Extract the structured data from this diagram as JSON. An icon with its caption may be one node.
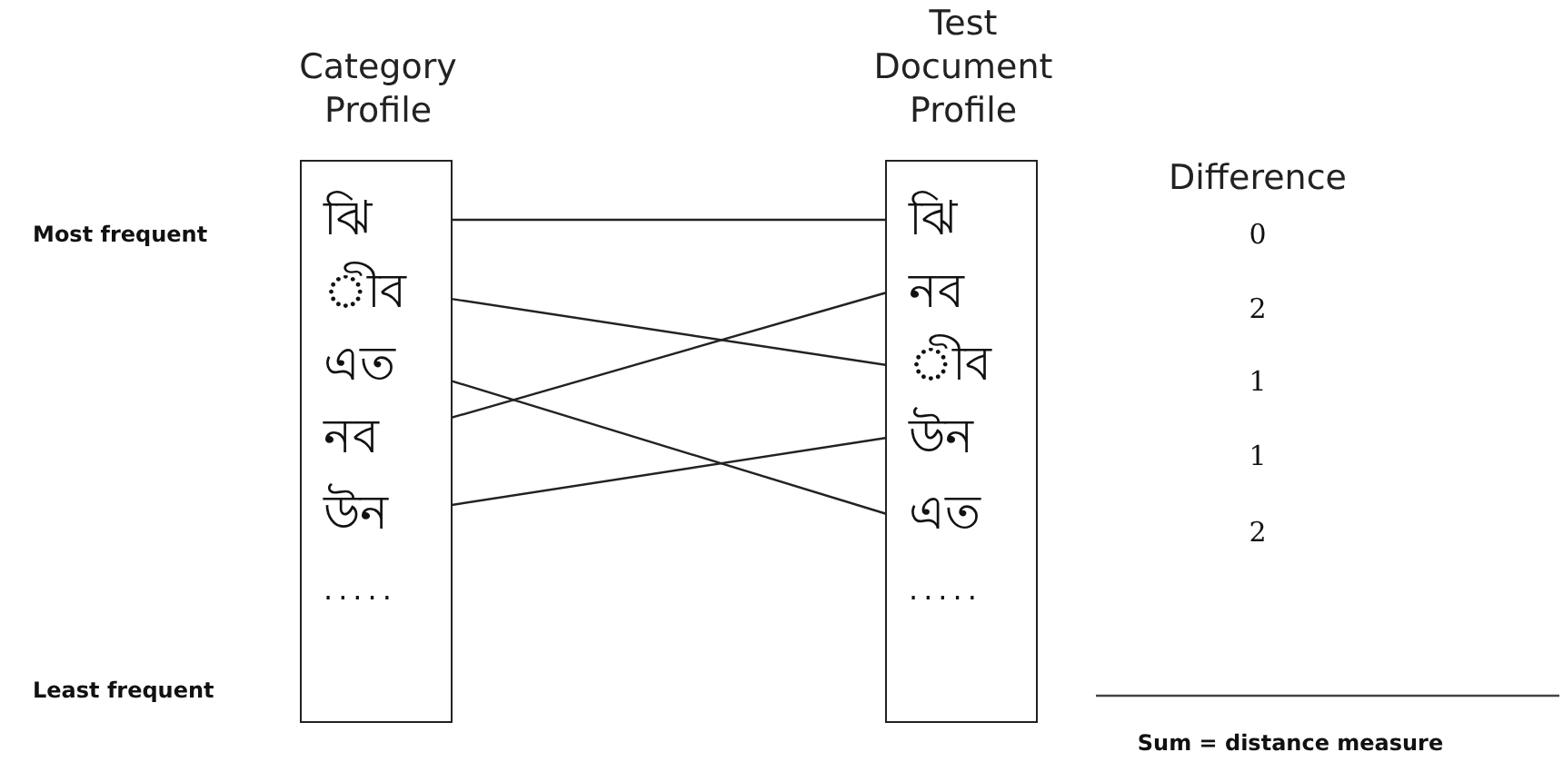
{
  "diagram": {
    "nodes": [
      {
        "text": [
          "Category Profile"
        ]
      },
      {
        "text": [
          "ঝি"
        ],
        "in": 0
      },
      {
        "text": [
          "◌ীব"
        ],
        "in": 0
      },
      {
        "text": [
          "এত"
        ],
        "in": 0
      },
      {
        "text": [
          "নব"
        ],
        "in": 0
      },
      {
        "text": [
          "উন"
        ],
        "in": 0
      },
      {
        "text": [
          "....."
        ],
        "in": 0
      },
      {
        "text": [
          "Test Document Profile"
        ]
      },
      {
        "text": [
          "ঝি"
        ],
        "in": 7
      },
      {
        "text": [
          "নব"
        ],
        "in": 7
      },
      {
        "text": [
          "◌ীব"
        ],
        "in": 7
      },
      {
        "text": [
          "উন"
        ],
        "in": 7
      },
      {
        "text": [
          "এত"
        ],
        "in": 7
      },
      {
        "text": [
          "....."
        ],
        "in": 7
      }
    ],
    "edges": [
      {
        "from": 1,
        "to": 8,
        "arrow": "none"
      },
      {
        "from": 2,
        "to": 10,
        "arrow": "none"
      },
      {
        "from": 3,
        "to": 12,
        "arrow": "none"
      },
      {
        "from": 4,
        "to": 9,
        "arrow": "none"
      },
      {
        "from": 5,
        "to": 11,
        "arrow": "none"
      }
    ],
    "labels": [
      "Most frequent",
      "Difference",
      "0",
      "2",
      "1",
      "1",
      "2",
      "Least frequent",
      "Sum = distance measure"
    ]
  }
}
